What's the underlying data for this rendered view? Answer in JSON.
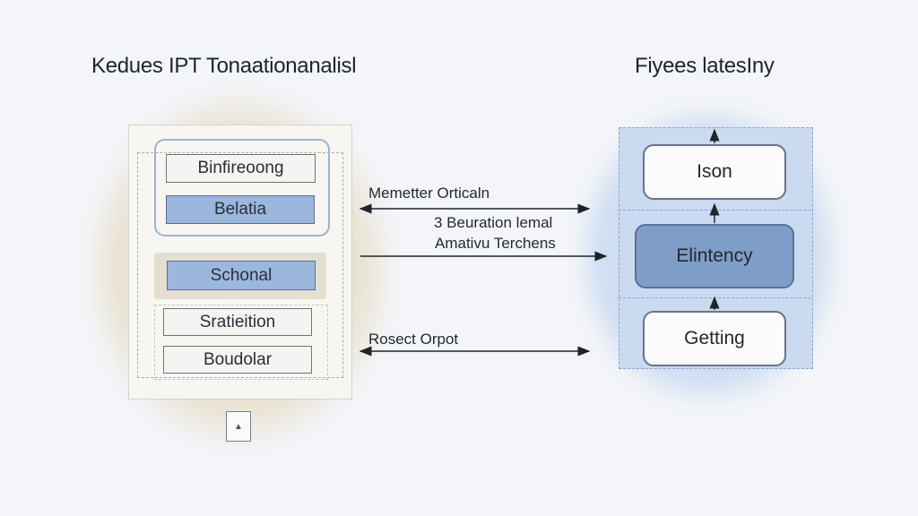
{
  "titles": {
    "left": "Kedues IPT Tonaationanalisl",
    "right": "Fiyees latesIny"
  },
  "left_stack": {
    "boxes": [
      {
        "label": "Binfireoong",
        "style": "plain"
      },
      {
        "label": "Belatia",
        "style": "blue"
      },
      {
        "label": "Schonal",
        "style": "blue"
      },
      {
        "label": "Sratieition",
        "style": "plain"
      },
      {
        "label": "Boudolar",
        "style": "plain"
      }
    ],
    "footer_icon": "document-icon"
  },
  "right_stack": {
    "boxes": [
      {
        "label": "Ison",
        "style": "plain"
      },
      {
        "label": "Elintency",
        "style": "blue"
      },
      {
        "label": "Getting",
        "style": "plain"
      }
    ]
  },
  "connections": [
    {
      "label": "Memetter Orticaln",
      "direction": "bidirectional"
    },
    {
      "label_line1": "3 Beuration lemal",
      "label_line2": "Amativu Terchens",
      "direction": "right"
    },
    {
      "label": "Rosect Orpot",
      "direction": "bidirectional"
    }
  ],
  "colors": {
    "background": "#f3f5f8",
    "left_glow": "#e9e2d2",
    "right_panel": "#c9daf1",
    "blue_box": "#9cb7de",
    "blue_box_right": "#7e9dc9"
  }
}
